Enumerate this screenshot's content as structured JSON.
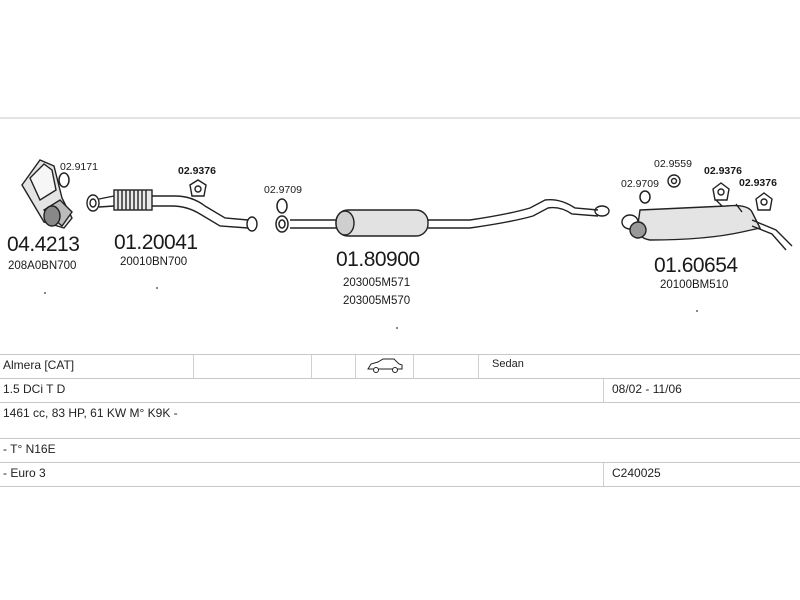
{
  "parts": [
    {
      "number": "04.4213",
      "ref": "208A0BN700"
    },
    {
      "number": "01.20041",
      "ref": "20010BN700"
    },
    {
      "number": "01.80900",
      "ref": "203005M571",
      "ref2": "203005M570"
    },
    {
      "number": "01.60654",
      "ref": "20100BM510"
    }
  ],
  "fittings": [
    "02.9171",
    "02.9376",
    "02.9709",
    "02.9559",
    "02.9709",
    "02.9376",
    "02.9376"
  ],
  "table": {
    "model": "Almera  [CAT]",
    "body": "Sedan",
    "engine": "1.5 DCi T D",
    "years": "08/02 - 11/06",
    "specs": "1461 cc, 83 HP, 61 KW  M° K9K -",
    "type": "- T° N16E",
    "emission": "- Euro 3",
    "code": "C240025"
  }
}
